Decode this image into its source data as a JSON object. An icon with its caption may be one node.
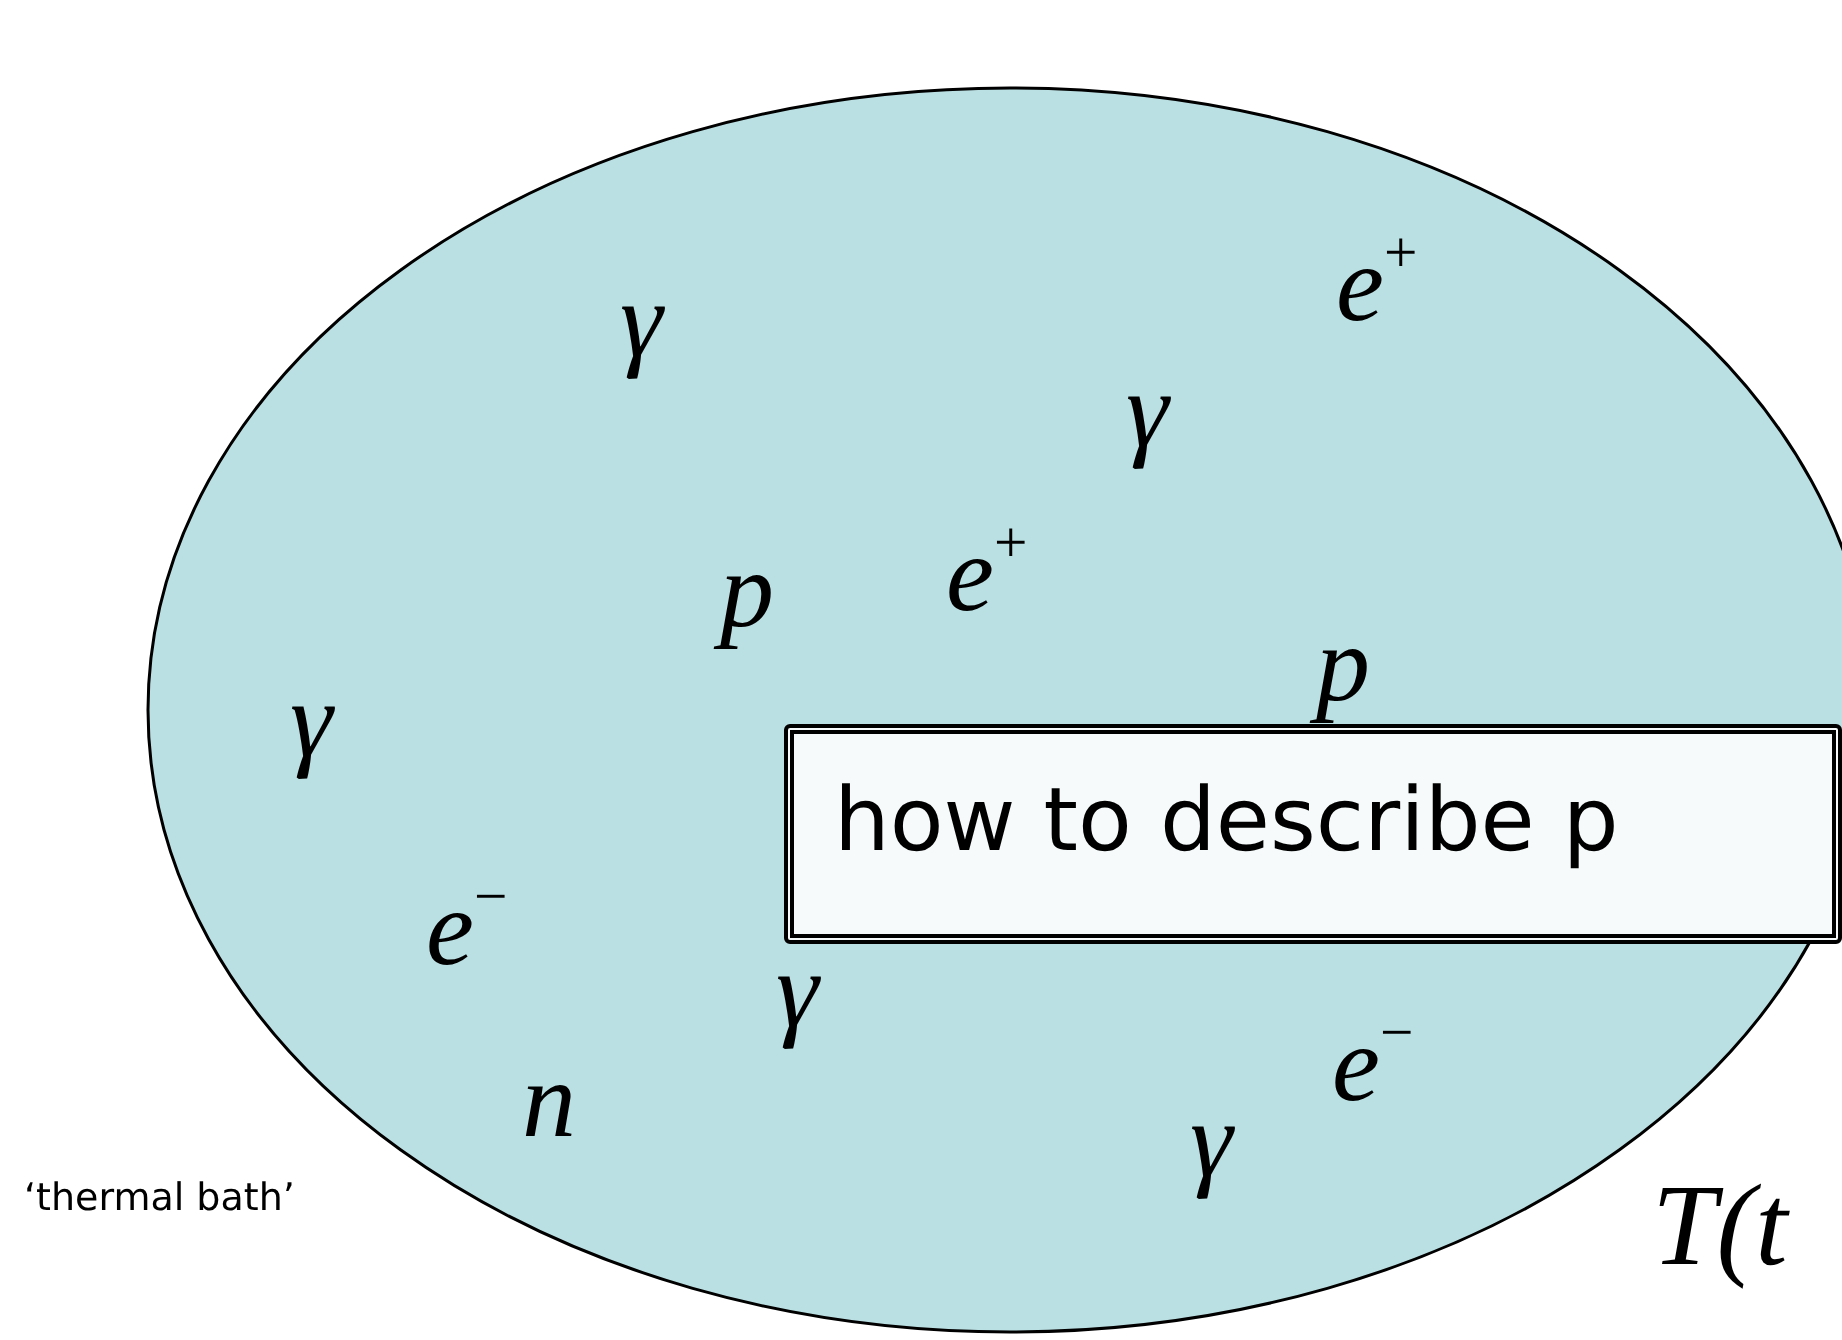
{
  "diagram": {
    "nodes": [
      {
        "text": [
          "e$^{+}$",
          "γ",
          "γ",
          "p",
          "e$^{+}$",
          "γ",
          "p",
          "e$^{−}$",
          "γ",
          "e$^{−}$",
          "n",
          "γ"
        ]
      },
      {
        "text": [
          "how to describe p"
        ],
        "in": 0
      }
    ],
    "labels": [
      "‘thermal bath’",
      "T(t"
    ]
  }
}
